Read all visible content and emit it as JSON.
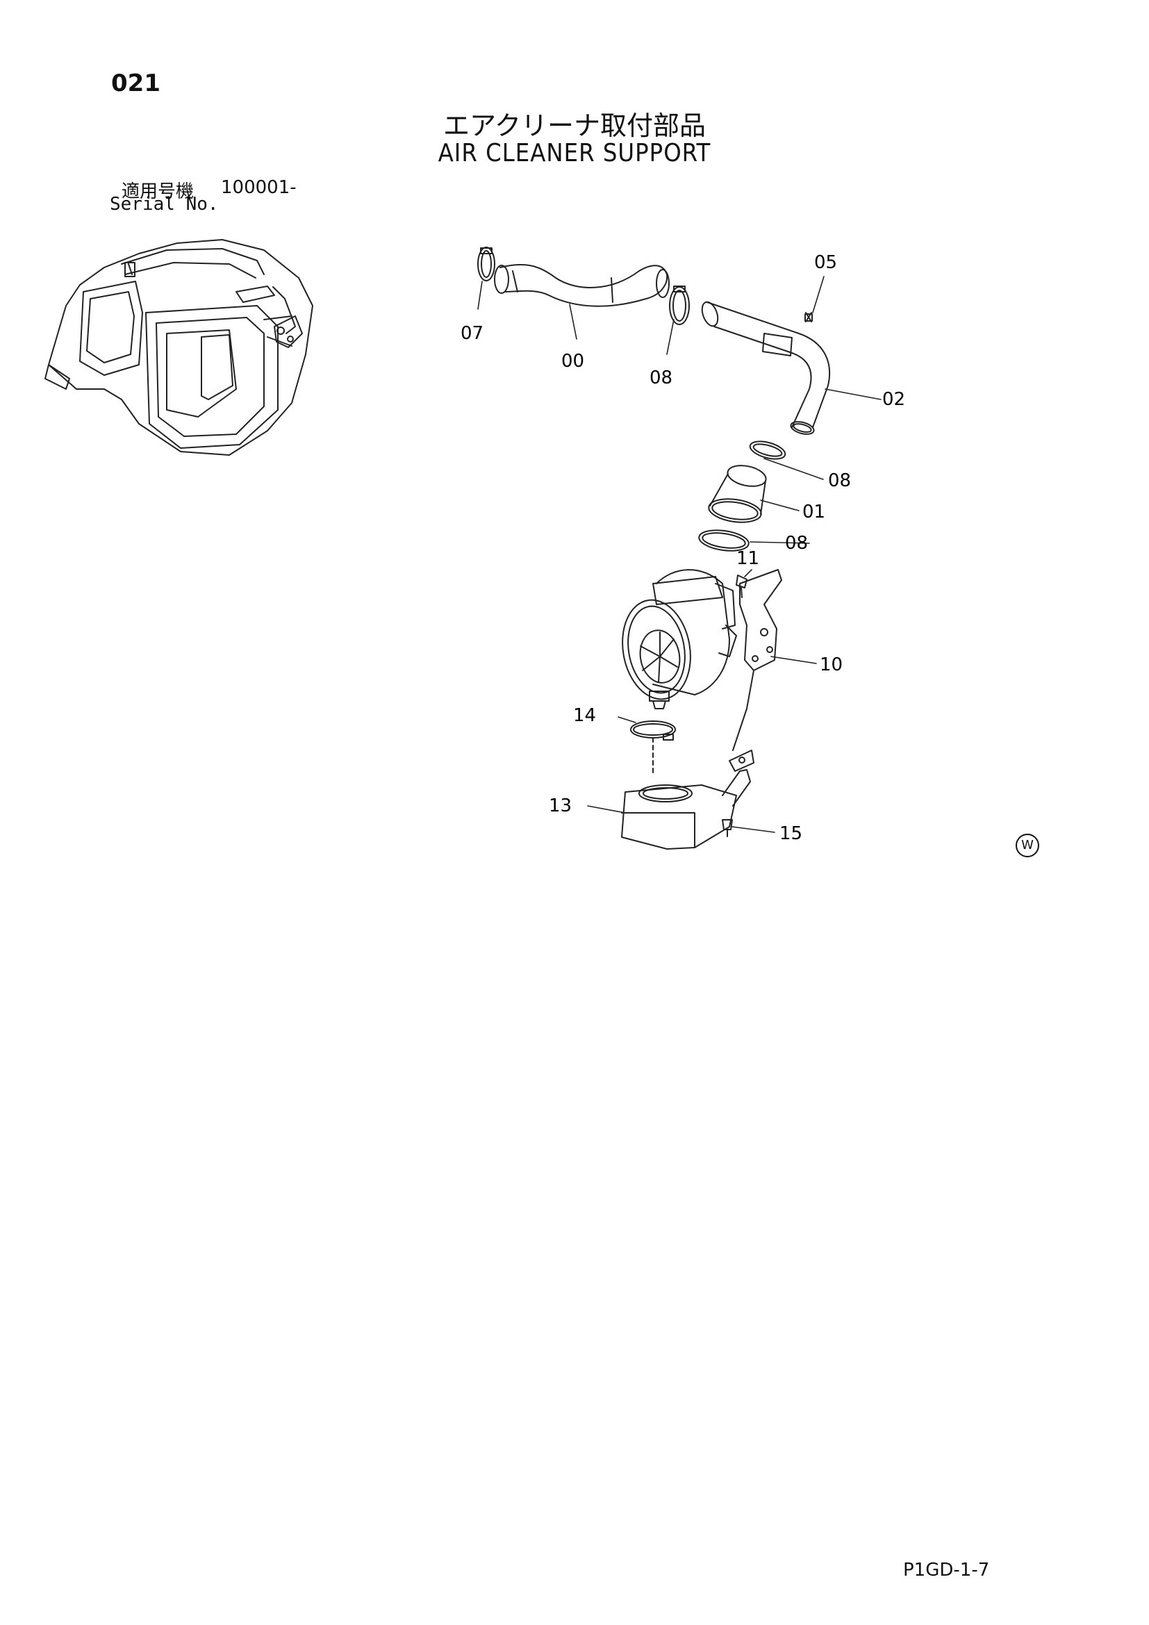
{
  "header": {
    "page_number": "021",
    "title_jp": "エアクリーナ取付部品",
    "title_en": "AIR CLEANER SUPPORT",
    "serial_label_jp": "適用号機",
    "serial_range": "100001-",
    "serial_label_en": "Serial No."
  },
  "diagram": {
    "callouts": {
      "c00": "00",
      "c01": "01",
      "c02": "02",
      "c05": "05",
      "c07": "07",
      "c08a": "08",
      "c08b": "08",
      "c08c": "08",
      "c10": "10",
      "c11": "11",
      "c13": "13",
      "c14": "14",
      "c15": "15"
    },
    "watermark": "W"
  },
  "footer": {
    "doc_code": "P1GD-1-7"
  }
}
